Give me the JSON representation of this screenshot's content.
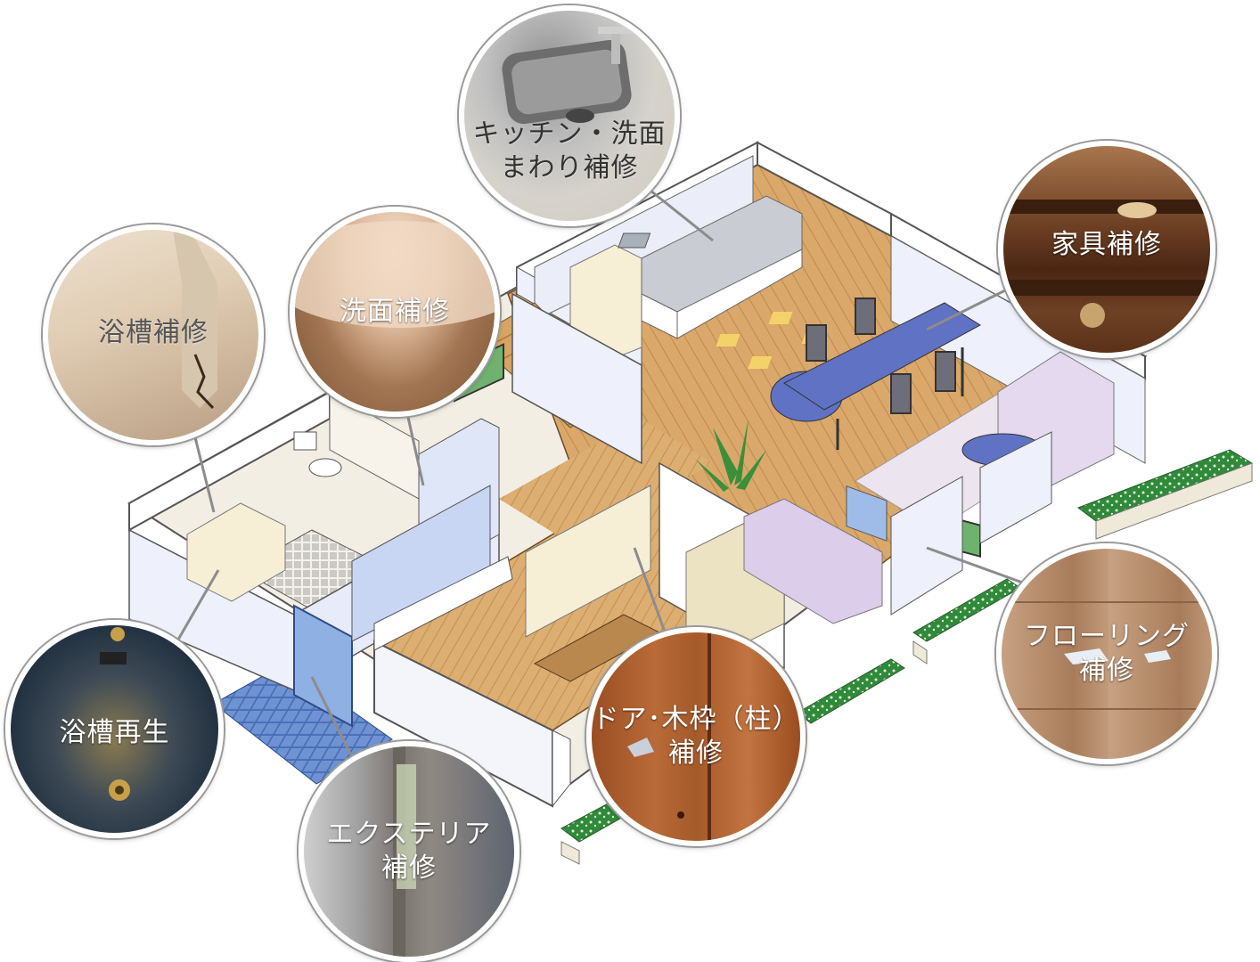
{
  "callouts": {
    "kitchen": {
      "line1": "キッチン・洗面",
      "line2": "まわり補修"
    },
    "furniture": {
      "line1": "家具補修"
    },
    "bathtub_repair": {
      "line1": "浴槽補修"
    },
    "washbasin": {
      "line1": "洗面補修"
    },
    "bathtub_regen": {
      "line1": "浴槽再生"
    },
    "exterior": {
      "line1": "エクステリア",
      "line2": "補修"
    },
    "door": {
      "line1": "ドア･木枠（柱）",
      "line2": "補修"
    },
    "flooring": {
      "line1": "フローリング",
      "line2": "補修"
    }
  }
}
